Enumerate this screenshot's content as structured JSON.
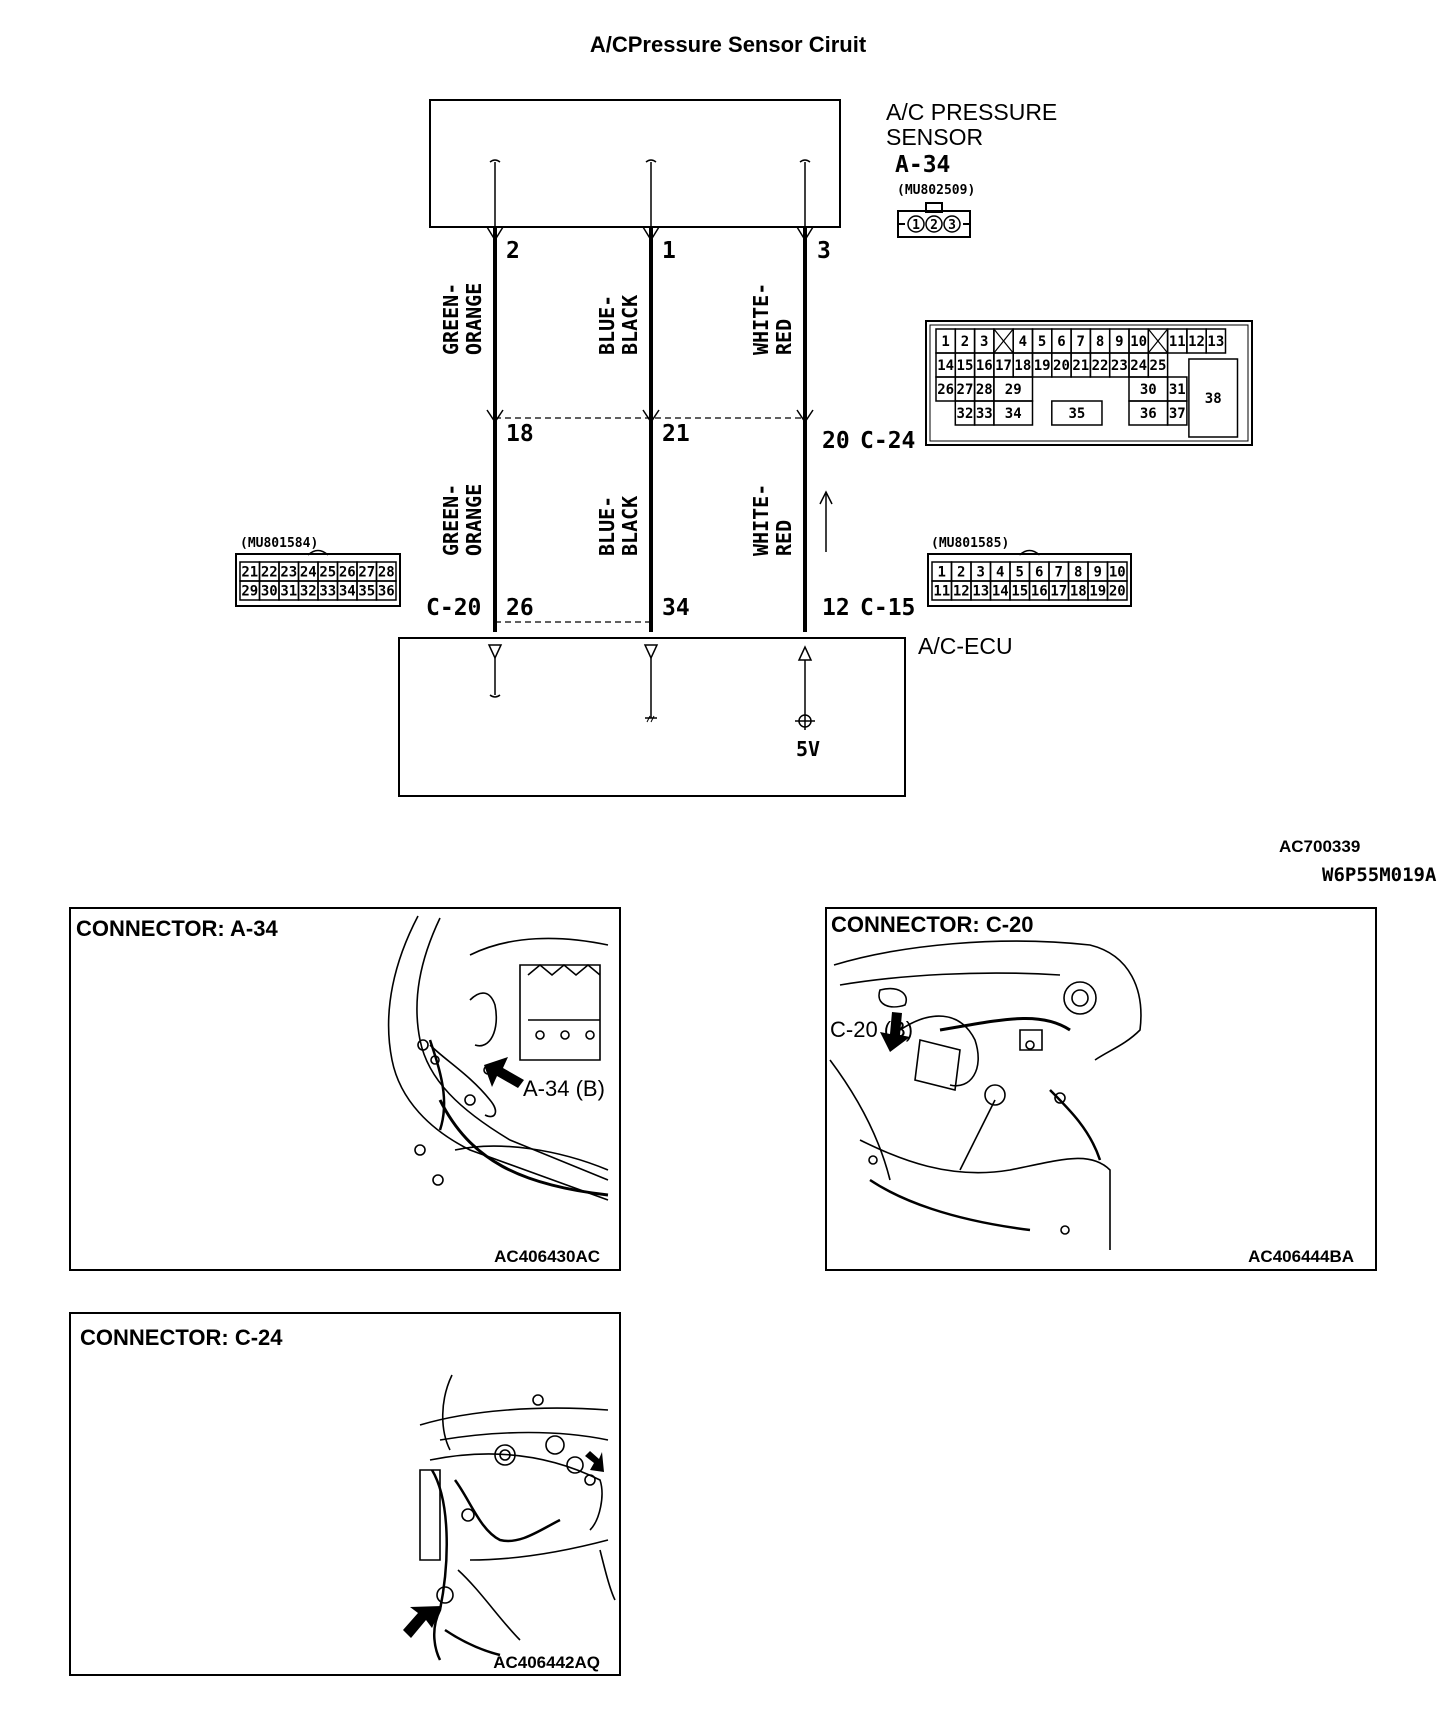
{
  "title": "A/CPressure Sensor Ciruit",
  "sensor": {
    "name_line1": "A/C PRESSURE",
    "name_line2": "SENSOR",
    "connector_id": "A-34",
    "part_number": "(MU802509)",
    "pins": [
      "1",
      "2",
      "3"
    ]
  },
  "wires": [
    {
      "sensor_pin": "2",
      "label_line1": "GREEN-",
      "label_line2": "ORANGE",
      "c24_pin": "18",
      "lower_line1": "GREEN-",
      "lower_line2": "ORANGE",
      "ecu_pin": "26"
    },
    {
      "sensor_pin": "1",
      "label_line1": "BLUE-",
      "label_line2": "BLACK",
      "c24_pin": "21",
      "lower_line1": "BLUE-",
      "lower_line2": "BLACK",
      "ecu_pin": "34"
    },
    {
      "sensor_pin": "3",
      "label_line1": "WHITE-",
      "label_line2": "RED",
      "c24_pin": "20",
      "lower_line1": "WHITE-",
      "lower_line2": "RED",
      "ecu_pin": "12"
    }
  ],
  "connector_c24": {
    "id": "C-24",
    "row1": [
      "1",
      "2",
      "3",
      "",
      "4",
      "5",
      "6",
      "7",
      "8",
      "9",
      "10",
      "",
      "11",
      "12",
      "13"
    ],
    "row2": [
      "14",
      "15",
      "16",
      "17",
      "18",
      "19",
      "20",
      "21",
      "22",
      "23",
      "24",
      "25"
    ],
    "row3": [
      "26",
      "27",
      "28",
      "29",
      "30",
      "31"
    ],
    "row4": [
      "32",
      "33",
      "34",
      "35",
      "36",
      "37"
    ],
    "big": "38"
  },
  "connector_c20": {
    "id": "C-20",
    "part_number": "(MU801584)",
    "row1": [
      "21",
      "22",
      "23",
      "24",
      "25",
      "26",
      "27",
      "28"
    ],
    "row2": [
      "29",
      "30",
      "31",
      "32",
      "33",
      "34",
      "35",
      "36"
    ]
  },
  "connector_c15": {
    "id": "C-15",
    "part_number": "(MU801585)",
    "row1": [
      "1",
      "2",
      "3",
      "4",
      "5",
      "6",
      "7",
      "8",
      "9",
      "10"
    ],
    "row2": [
      "11",
      "12",
      "13",
      "14",
      "15",
      "16",
      "17",
      "18",
      "19",
      "20"
    ]
  },
  "ecu": {
    "name": "A/C-ECU",
    "voltage": "5V"
  },
  "figure_codes": {
    "primary": "AC700339",
    "secondary": "W6P55M019A"
  },
  "panels": [
    {
      "title": "CONNECTOR: A-34",
      "callout": "A-34 (B)",
      "code": "AC406430AC"
    },
    {
      "title": "CONNECTOR: C-20",
      "callout": "C-20 (B)",
      "code": "AC406444BA"
    },
    {
      "title": "CONNECTOR: C-24",
      "callout": "",
      "code": "AC406442AQ"
    }
  ]
}
